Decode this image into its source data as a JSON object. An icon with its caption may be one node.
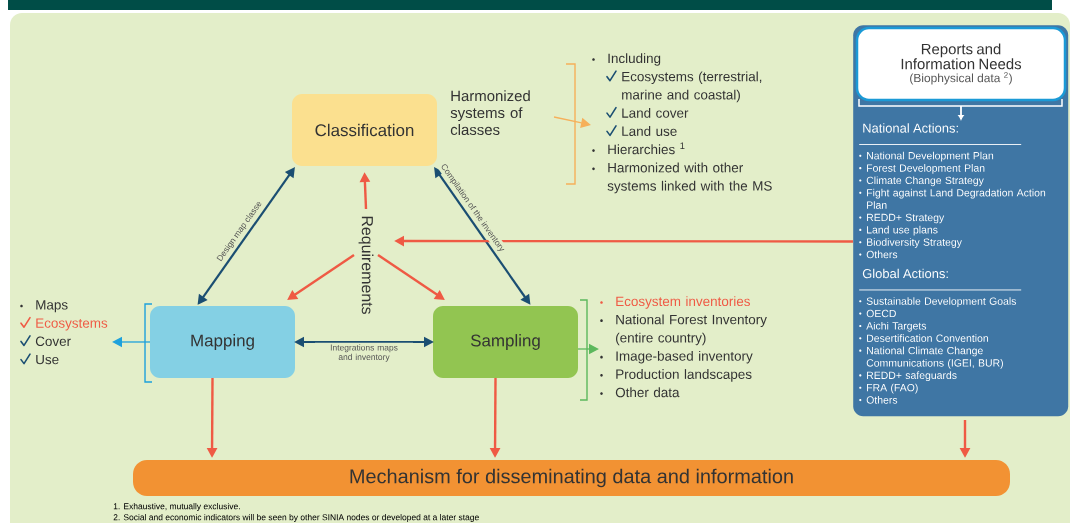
{
  "diagram": {
    "nodes": [
      {
        "text": [
          "Classification"
        ]
      },
      {
        "text": [
          "Mapping"
        ]
      },
      {
        "text": [
          "Sampling"
        ]
      },
      {
        "text": [
          "Requirements"
        ]
      },
      {
        "text": [
          "National Actions:",
          "National Development Plan",
          "Forest Development Plan",
          "Climate Change Strategy",
          "Fight against Land Degradation Action Plan",
          "REDD+ Strategy",
          "Land use plans",
          "Biodiversity Strategy",
          "Others",
          "Global Actions:",
          "Sustainable Development Goals",
          "OECD",
          "Aichi Targets",
          "Desertification Convention",
          "National Climate Change Communications (IGEI, BUR)",
          "REDD+ safeguards",
          "FRA (FAO)",
          "Others"
        ]
      },
      {
        "text": [
          "Reports and Information Needs",
          "(Biophysical data $^{2}$)"
        ],
        "in": 4
      },
      {
        "text": [
          "Mechanism for disseminating data and information"
        ]
      },
      {
        "text": [
          "Harmonized systems of classes"
        ]
      },
      {
        "text": [
          "Including",
          "Ecosystems (terrestrial, marine and coastal)",
          "Land cover",
          "Land use",
          "Hierarchies $^{1}$",
          "Harmonized with other systems linked with the MS"
        ]
      },
      {
        "text": [
          "Maps",
          "Ecosystems",
          "Cover",
          "Use"
        ]
      },
      {
        "text": [
          "Ecosystem inventories",
          "National Forest Inventory (entire country)",
          "Image-based inventory",
          "Production landscapes",
          "Other data"
        ]
      }
    ],
    "edges": [
      {
        "from": 0,
        "to": 1,
        "arrow": "both",
        "label": "Design map classe",
        "color": "#1b4e72"
      },
      {
        "from": 0,
        "to": 2,
        "arrow": "both",
        "label": "Compilation of the inventory",
        "color": "#1b4e72"
      },
      {
        "from": 1,
        "to": 2,
        "arrow": "both",
        "label": "Integrations maps and inventory",
        "color": "#1b4e72"
      },
      {
        "from": 3,
        "to": 0,
        "arrow": "to"
      },
      {
        "from": 3,
        "to": 1,
        "arrow": "to"
      },
      {
        "from": 3,
        "to": 2,
        "arrow": "to"
      },
      {
        "from": 4,
        "to": 3,
        "arrow": "to"
      },
      {
        "from": 1,
        "to": 6,
        "arrow": "to"
      },
      {
        "from": 2,
        "to": 6,
        "arrow": "to"
      },
      {
        "from": 4,
        "to": 6,
        "arrow": "to"
      },
      {
        "from": 7,
        "to": 8,
        "arrow": "to",
        "color": "#f6b05a"
      },
      {
        "from": 1,
        "to": 9,
        "arrow": "to",
        "color": "#1ea1dc"
      },
      {
        "from": 2,
        "to": 10,
        "arrow": "to",
        "color": "#5cb85c"
      }
    ],
    "labels": [
      "1. Exhaustive, mutually exclusive.",
      "2. Social and economic indicators will be seen by other SINIA nodes or developed at a later stage"
    ]
  }
}
